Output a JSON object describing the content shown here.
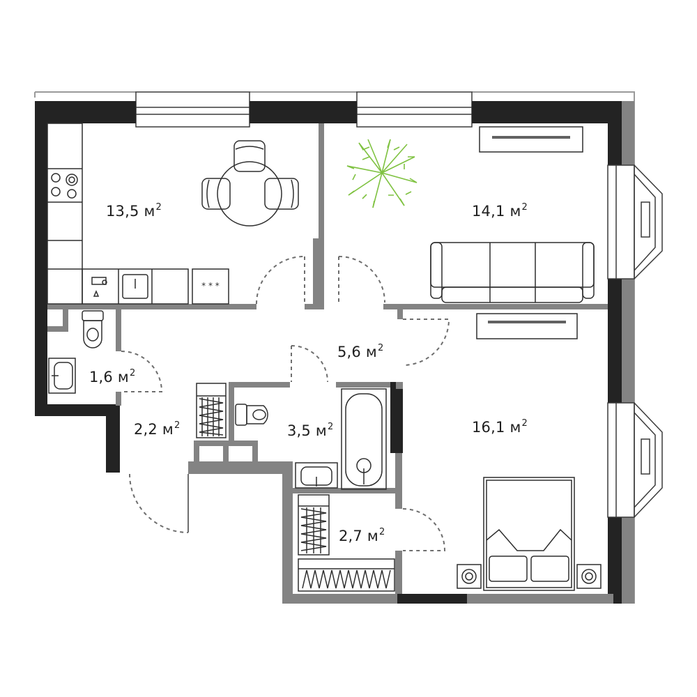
{
  "rooms": [
    {
      "id": "kitchen",
      "area": "13,5",
      "unit": "м",
      "power": "2"
    },
    {
      "id": "living",
      "area": "14,1",
      "unit": "м",
      "power": "2"
    },
    {
      "id": "hall",
      "area": "5,6",
      "unit": "м",
      "power": "2"
    },
    {
      "id": "wc",
      "area": "1,6",
      "unit": "м",
      "power": "2"
    },
    {
      "id": "entry",
      "area": "2,2",
      "unit": "м",
      "power": "2"
    },
    {
      "id": "bathroom",
      "area": "3,5",
      "unit": "м",
      "power": "2"
    },
    {
      "id": "bedroom",
      "area": "16,1",
      "unit": "м",
      "power": "2"
    },
    {
      "id": "closet",
      "area": "2,7",
      "unit": "м",
      "power": "2"
    }
  ],
  "colors": {
    "exterior_wall": "#232323",
    "interior_wall": "#838383",
    "outline": "#9a9a9a",
    "furniture_line": "#2e2e2e",
    "plant": "#7fc241"
  }
}
